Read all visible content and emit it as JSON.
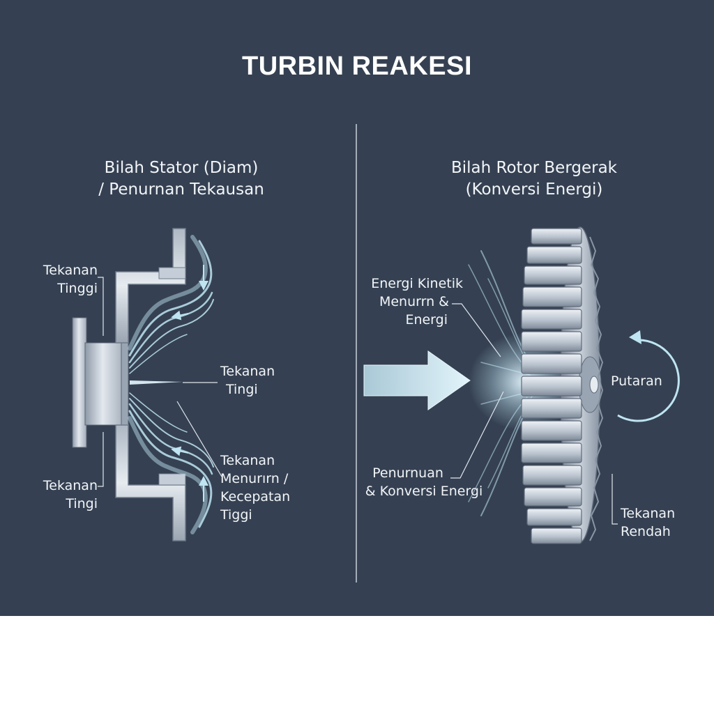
{
  "title": "TURBIN REAKESI",
  "stator": {
    "heading": [
      "Bilah Stator (Diam)",
      "/ Penurnan Tekausan"
    ],
    "label_top_left": [
      "Tekanan",
      "Tinggi"
    ],
    "label_bottom_left": [
      "Tekanan",
      "Tingi"
    ],
    "label_center": [
      "Tekanan",
      "Tingi"
    ],
    "label_outlet": [
      "Tekanan",
      "Menurırn /",
      "Kecepatan",
      "Tiggi"
    ]
  },
  "rotor": {
    "heading": [
      "Bilah Rotor Bergerak",
      "(Konversi Energi)"
    ],
    "label_kinetic": [
      "Energi Kinetik",
      "Menurrn &",
      "Energi"
    ],
    "label_drop": [
      "Penurnuan",
      "& Konversi Energi"
    ],
    "label_rotation": "Putaran",
    "label_low": [
      "Tekanan",
      "Rendah"
    ]
  },
  "colors": {
    "panel_bg": "#354152",
    "flow": "#bfe4f2",
    "metal": "#b5bec9",
    "text": "#f2f5f8"
  },
  "icons": [
    "inlet-arrow-icon",
    "rotation-arrow-icon"
  ]
}
